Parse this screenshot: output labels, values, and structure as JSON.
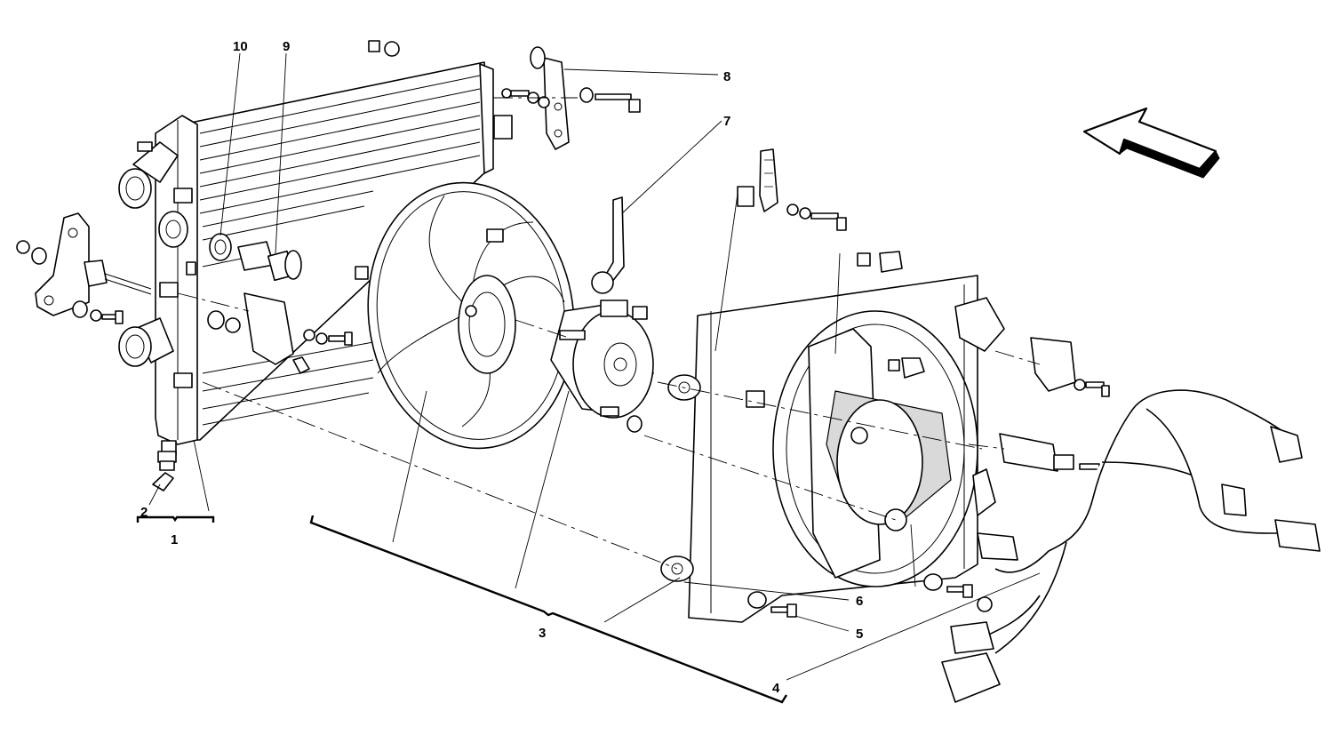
{
  "callouts": {
    "c1": "1",
    "c2": "2",
    "c3": "3",
    "c4": "4",
    "c5": "5",
    "c6": "6",
    "c7": "7",
    "c8": "8",
    "c9": "9",
    "c10": "10"
  },
  "icons": {
    "direction_arrow": "forward-direction-arrow-icon"
  }
}
